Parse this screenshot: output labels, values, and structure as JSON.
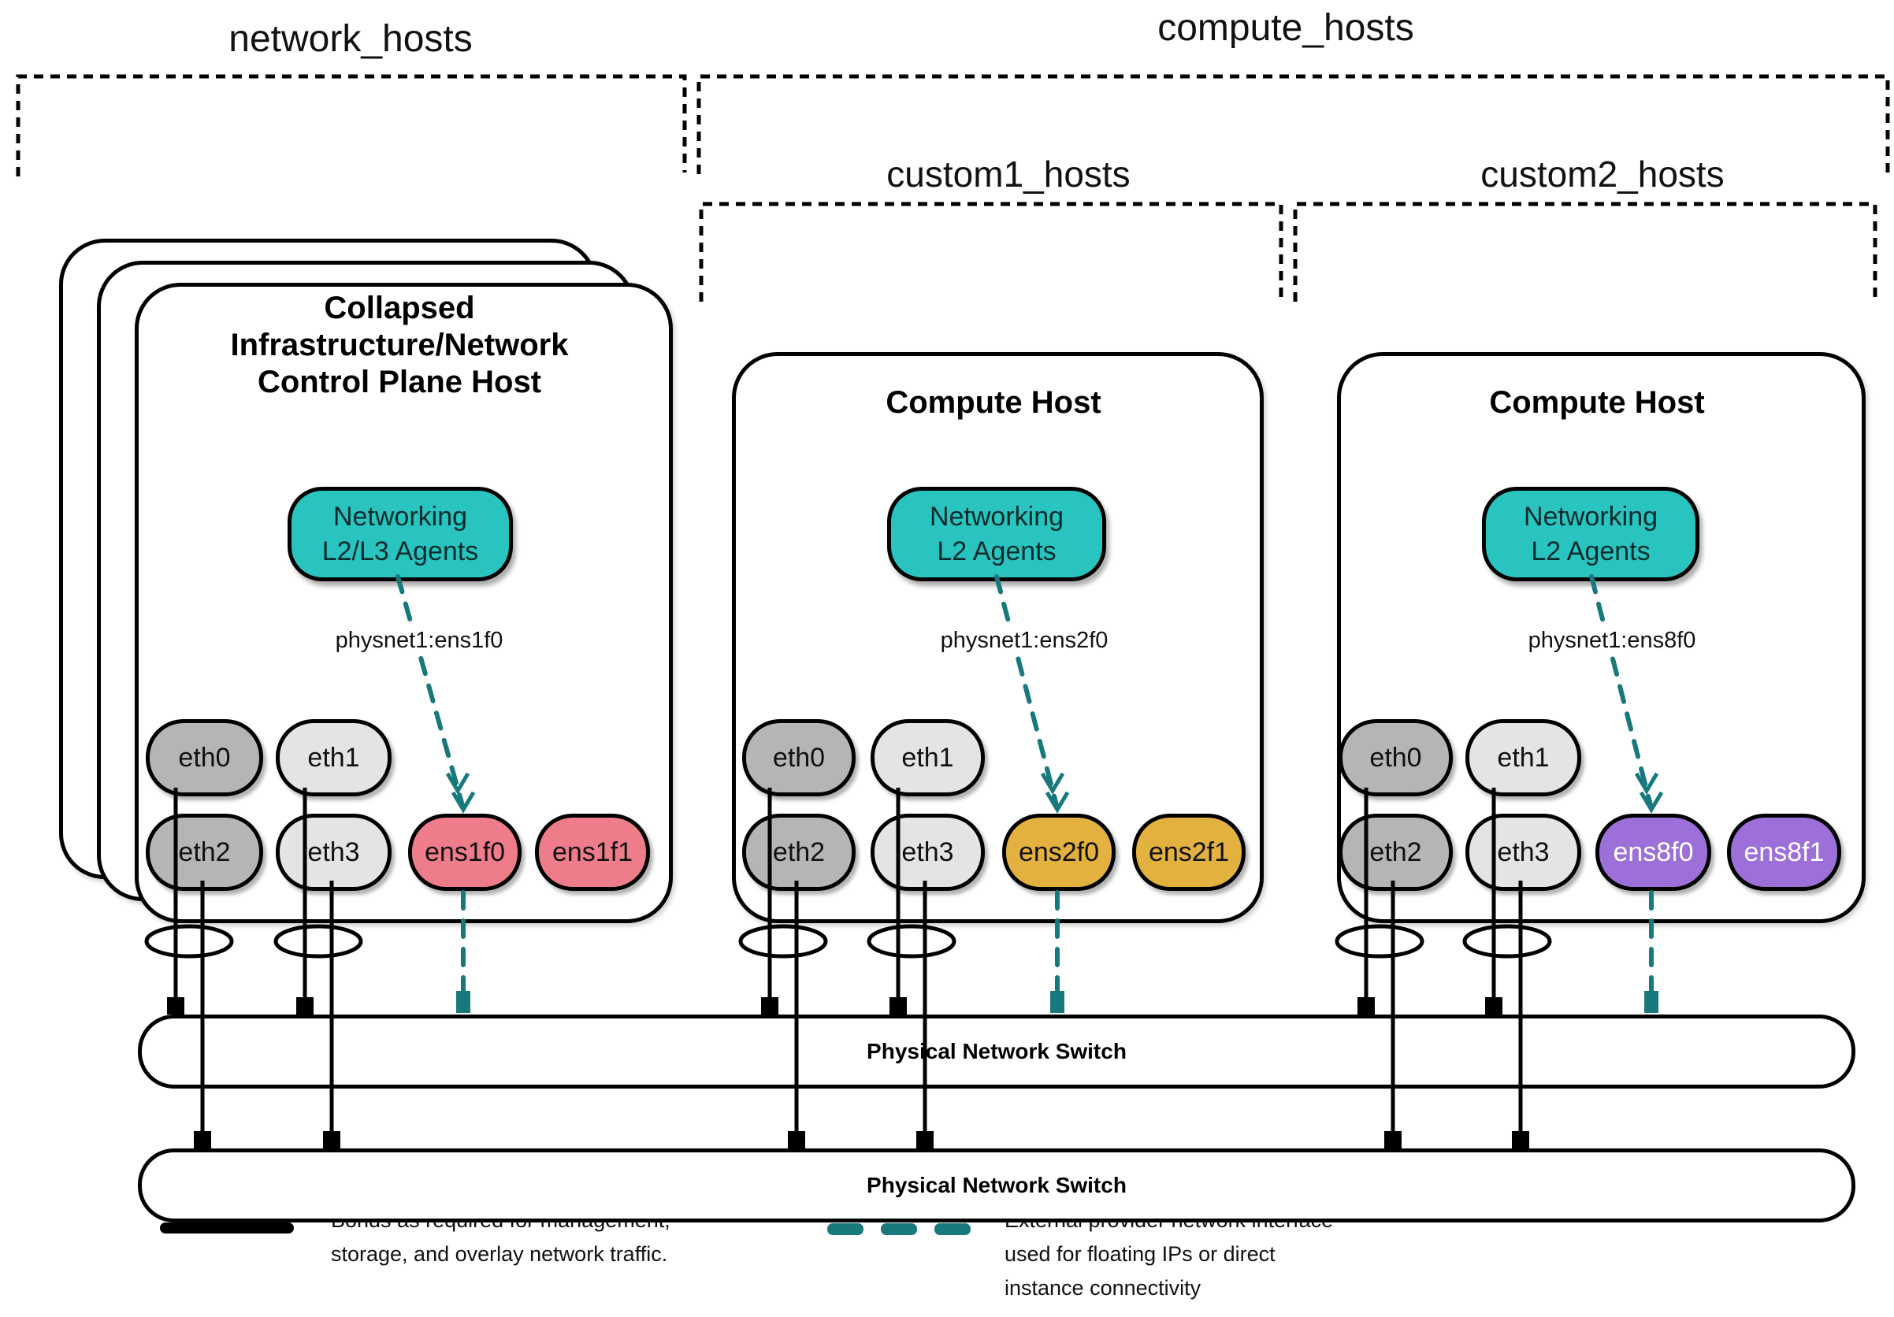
{
  "groups": {
    "network_hosts": {
      "label": "network_hosts"
    },
    "compute_hosts": {
      "label": "compute_hosts"
    },
    "custom1_hosts": {
      "label": "custom1_hosts"
    },
    "custom2_hosts": {
      "label": "custom2_hosts"
    }
  },
  "hosts": [
    {
      "title_lines": [
        "Collapsed",
        "Infrastructure/Network",
        "Control Plane Host"
      ],
      "agent_lines": [
        "Networking",
        "L2/L3 Agents"
      ],
      "physnet_label": "physnet1:ens1f0",
      "nics": [
        "eth0",
        "eth1",
        "eth2",
        "eth3",
        "ens1f0",
        "ens1f1"
      ]
    },
    {
      "title_lines": [
        "Compute Host"
      ],
      "agent_lines": [
        "Networking",
        "L2 Agents"
      ],
      "physnet_label": "physnet1:ens2f0",
      "nics": [
        "eth0",
        "eth1",
        "eth2",
        "eth3",
        "ens2f0",
        "ens2f1"
      ]
    },
    {
      "title_lines": [
        "Compute Host"
      ],
      "agent_lines": [
        "Networking",
        "L2 Agents"
      ],
      "physnet_label": "physnet1:ens8f0",
      "nics": [
        "eth0",
        "eth1",
        "eth2",
        "eth3",
        "ens8f0",
        "ens8f1"
      ]
    }
  ],
  "switches": [
    {
      "label": "Physical Network Switch"
    },
    {
      "label": "Physical Network Switch"
    }
  ],
  "legend": {
    "bond": {
      "lines": [
        "Bonds as required for management,",
        "storage, and overlay network traffic."
      ]
    },
    "external": {
      "lines": [
        "External provider network interface",
        "used for floating IPs or direct",
        "instance connectivity"
      ]
    }
  },
  "colors": {
    "agent-fill": "#29c4c0",
    "provider-line": "#17797c",
    "nic-dark": "#b5b5b5",
    "nic-light": "#e4e4e4",
    "nic-pink": "#ef7c8b",
    "nic-gold": "#e2b13f",
    "nic-purple": "#9d6fd8",
    "line-black": "#000000"
  }
}
